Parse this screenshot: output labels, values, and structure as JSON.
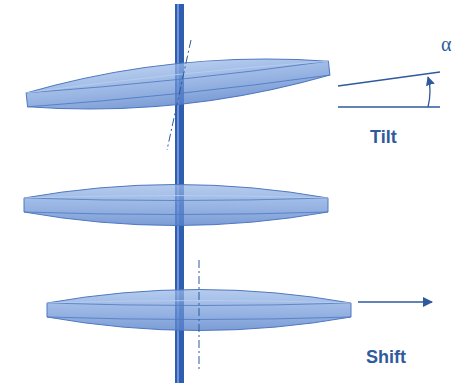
{
  "diagram": {
    "labels": [
      "α",
      "Tilt",
      "Shift"
    ]
  }
}
